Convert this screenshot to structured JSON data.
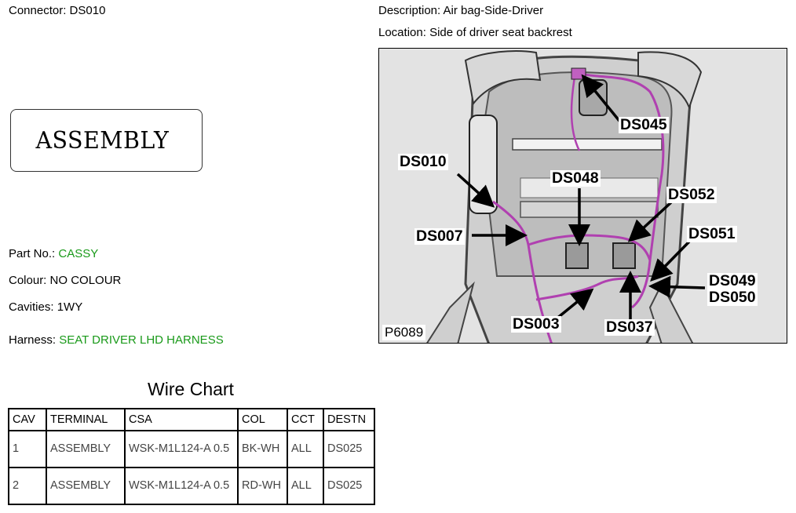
{
  "header": {
    "connector_label": "Connector:",
    "connector_value": "DS010",
    "description_label": "Description:",
    "description_value": "Air bag-Side-Driver",
    "location_label": "Location:",
    "location_value": "Side of driver seat backrest"
  },
  "connector_image": {
    "text": "ASSEMBLY"
  },
  "info": {
    "part_no_label": "Part No.:",
    "part_no_value": "CASSY",
    "colour_label": "Colour:",
    "colour_value": "NO COLOUR",
    "cavities_label": "Cavities:",
    "cavities_value": "1WY",
    "harness_label": "Harness:",
    "harness_value": "SEAT DRIVER LHD HARNESS"
  },
  "wire_chart": {
    "title": "Wire Chart",
    "headers": [
      "CAV",
      "TERMINAL",
      "CSA",
      "COL",
      "CCT",
      "DESTN"
    ],
    "rows": [
      {
        "cav": "1",
        "terminal": "ASSEMBLY",
        "csa": "WSK-M1L124-A 0.5",
        "col": "BK-WH",
        "cct": "ALL",
        "destn": "DS025"
      },
      {
        "cav": "2",
        "terminal": "ASSEMBLY",
        "csa": "WSK-M1L124-A 0.5",
        "col": "RD-WH",
        "cct": "ALL",
        "destn": "DS025"
      }
    ]
  },
  "figure": {
    "image_id": "P6089",
    "labels": {
      "ds045": "DS045",
      "ds010": "DS010",
      "ds048": "DS048",
      "ds052": "DS052",
      "ds007": "DS007",
      "ds051": "DS051",
      "ds049": "DS049",
      "ds050": "DS050",
      "ds003": "DS003",
      "ds037": "DS037"
    },
    "colors": {
      "harness": "#b040b0",
      "frame": "#555555"
    }
  }
}
